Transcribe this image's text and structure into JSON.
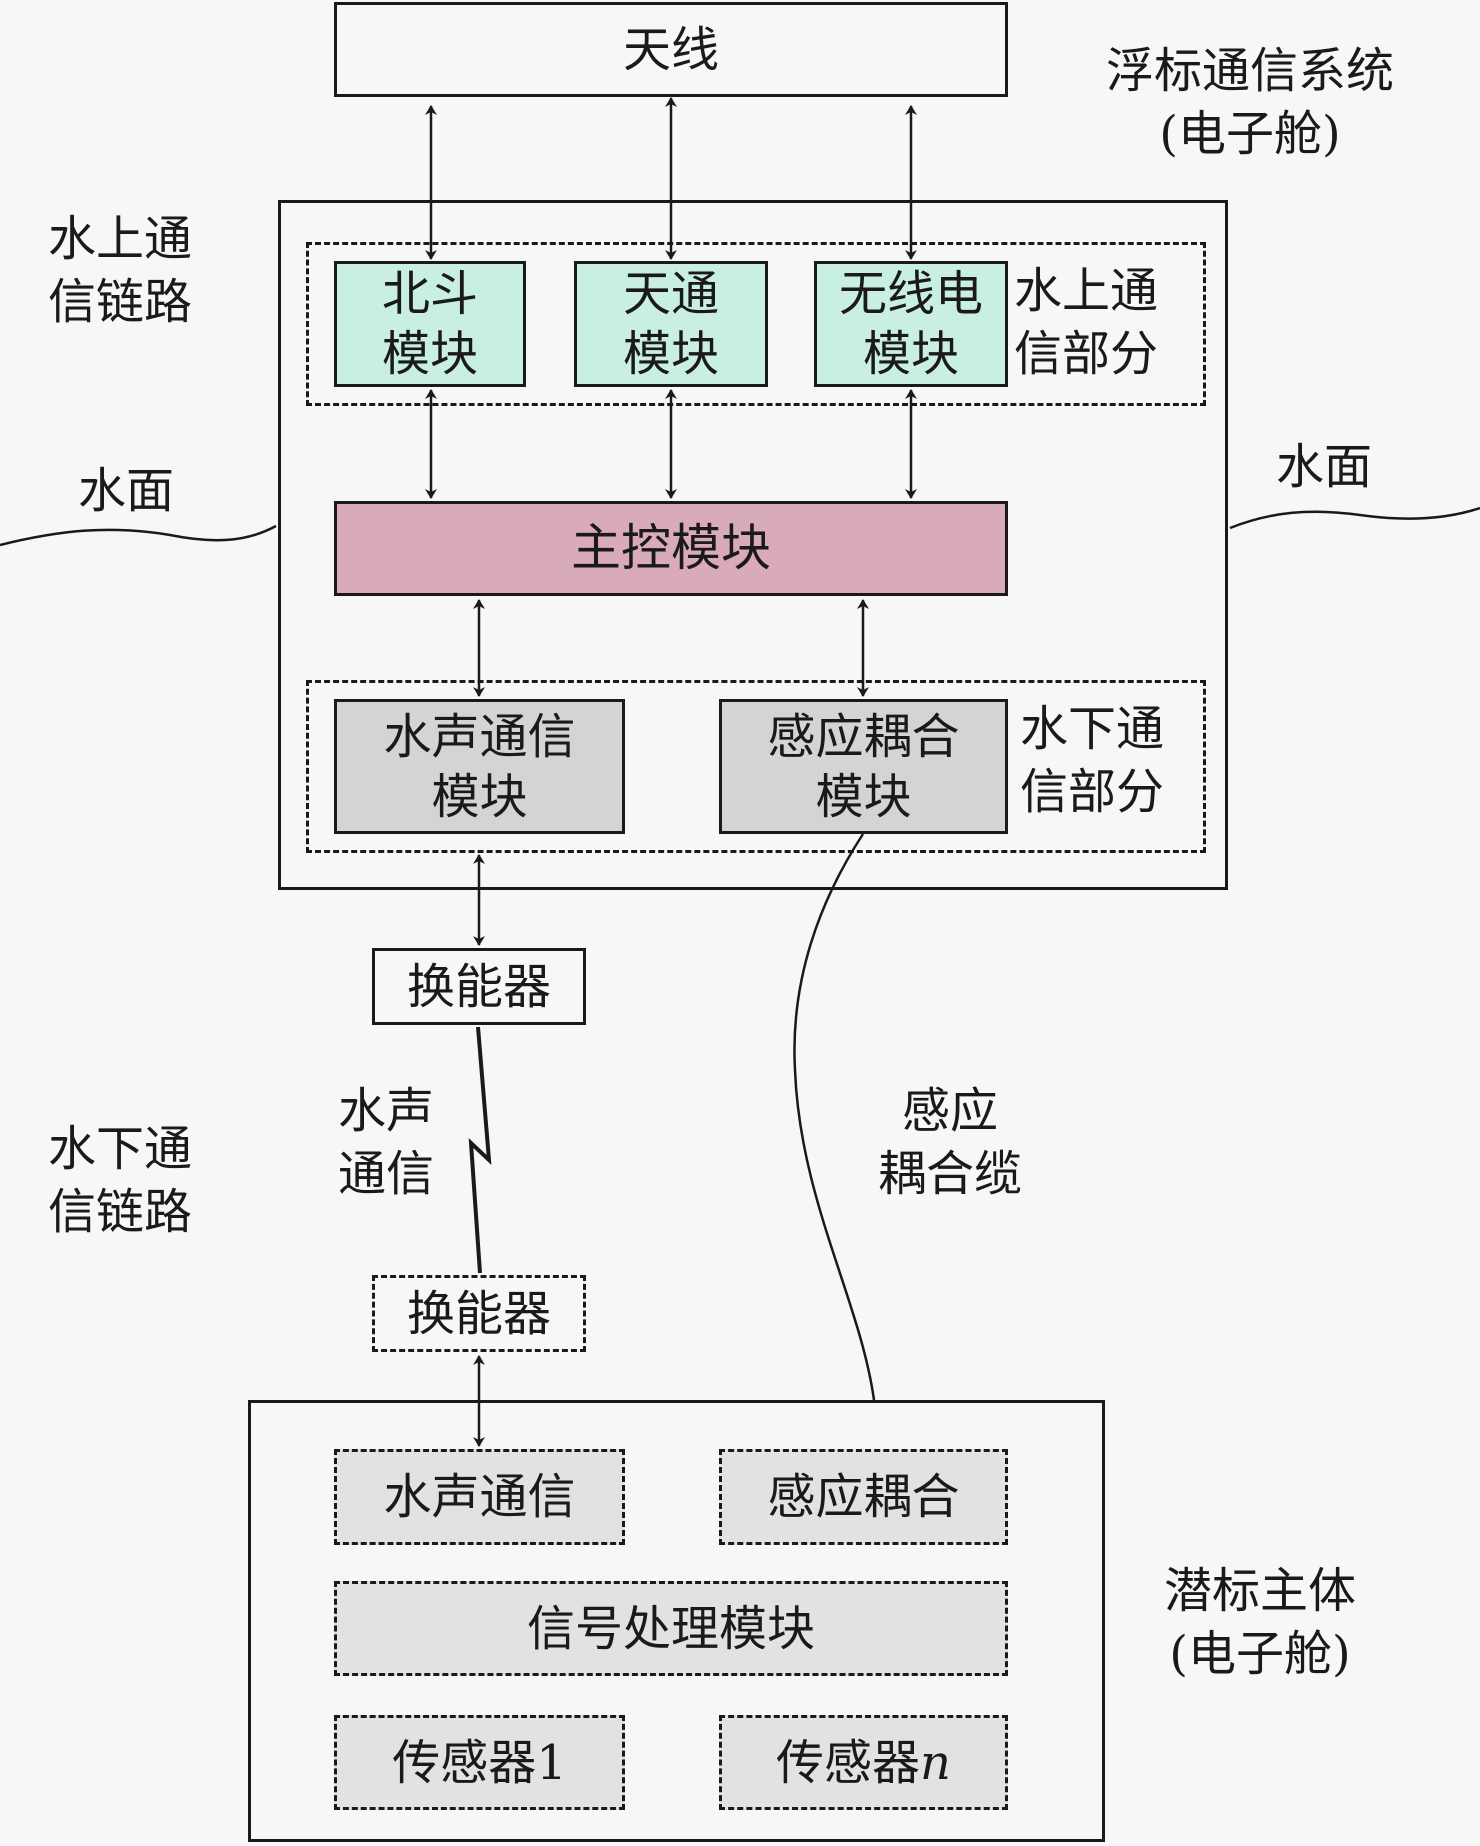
{
  "colors": {
    "mint": "#c8efe2",
    "pink": "#d9abba",
    "gray_module": "#d4d4d4",
    "gray_dashed": "#e2e2e2",
    "line": "#1a1a1a",
    "background": "#f7f7f7"
  },
  "antenna": "天线",
  "buoy_system": {
    "line1": "浮标通信系统",
    "line2": "(电子舱)"
  },
  "above_water_link": {
    "line1": "水上通",
    "line2": "信链路"
  },
  "water_surface_left": "水面",
  "water_surface_right": "水面",
  "above_water_part": {
    "line1": "水上通",
    "line2": "信部分"
  },
  "modules_above": [
    {
      "line1": "北斗",
      "line2": "模块"
    },
    {
      "line1": "天通",
      "line2": "模块"
    },
    {
      "line1": "无线电",
      "line2": "模块"
    }
  ],
  "main_control": "主控模块",
  "modules_below": [
    {
      "line1": "水声通信",
      "line2": "模块"
    },
    {
      "line1": "感应耦合",
      "line2": "模块"
    }
  ],
  "underwater_part": {
    "line1": "水下通",
    "line2": "信部分"
  },
  "transducer_top": "换能器",
  "transducer_bottom": "换能器",
  "acoustic_comm": {
    "line1": "水声",
    "line2": "通信"
  },
  "underwater_link": {
    "line1": "水下通",
    "line2": "信链路"
  },
  "induction_cable": {
    "line1": "感应",
    "line2": "耦合缆"
  },
  "subsurface": {
    "acoustic": "水声通信",
    "induction": "感应耦合",
    "signal_processing": "信号处理模块",
    "sensor1": "传感器1",
    "sensorN_prefix": "传感器",
    "sensorN_suffix": "n"
  },
  "subsurface_label": {
    "line1": "潜标主体",
    "line2": "(电子舱)"
  }
}
